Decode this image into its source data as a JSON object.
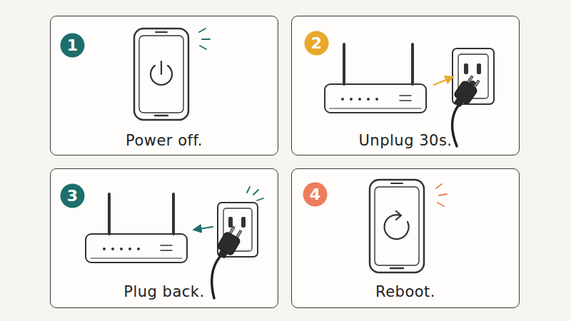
{
  "diagram": {
    "nodes": [
      {
        "text": [
          "Power off."
        ]
      },
      {
        "text": [
          "1"
        ],
        "in": 0
      },
      {
        "text": [
          "Unplug 30s."
        ]
      },
      {
        "text": [
          "2"
        ],
        "in": 2
      },
      {
        "text": [
          "Plug back."
        ]
      },
      {
        "text": [
          "3"
        ],
        "in": 4
      },
      {
        "text": [
          "Reboot."
        ]
      },
      {
        "text": [
          "4"
        ],
        "in": 6
      }
    ]
  }
}
